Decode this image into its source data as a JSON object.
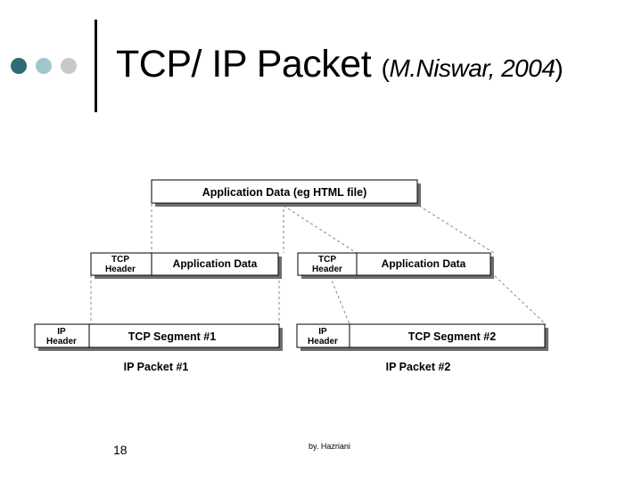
{
  "slide": {
    "title_main": "TCP/ IP Packet ",
    "title_cite_open": "(",
    "title_cite_text": "M.Niswar, 2004",
    "title_cite_close": ")",
    "page_number": "18",
    "byline": "by. Hazriani"
  },
  "colors": {
    "dot1": "#2e6b73",
    "dot2": "#9ec8cc",
    "dot3": "#c8c8c8",
    "box_fill": "#ffffff",
    "box_shadow": "#6e6e6e",
    "dashed": "#888888"
  },
  "diagram": {
    "app_data": "Application Data (eg HTML file)",
    "tcp_header_line1": "TCP",
    "tcp_header_line2": "Header",
    "app_data_short": "Application Data",
    "ip_header_line1": "IP",
    "ip_header_line2": "Header",
    "tcp_segment_1": "TCP Segment #1",
    "tcp_segment_2": "TCP Segment #2",
    "ip_packet_1": "IP Packet #1",
    "ip_packet_2": "IP Packet #2"
  }
}
